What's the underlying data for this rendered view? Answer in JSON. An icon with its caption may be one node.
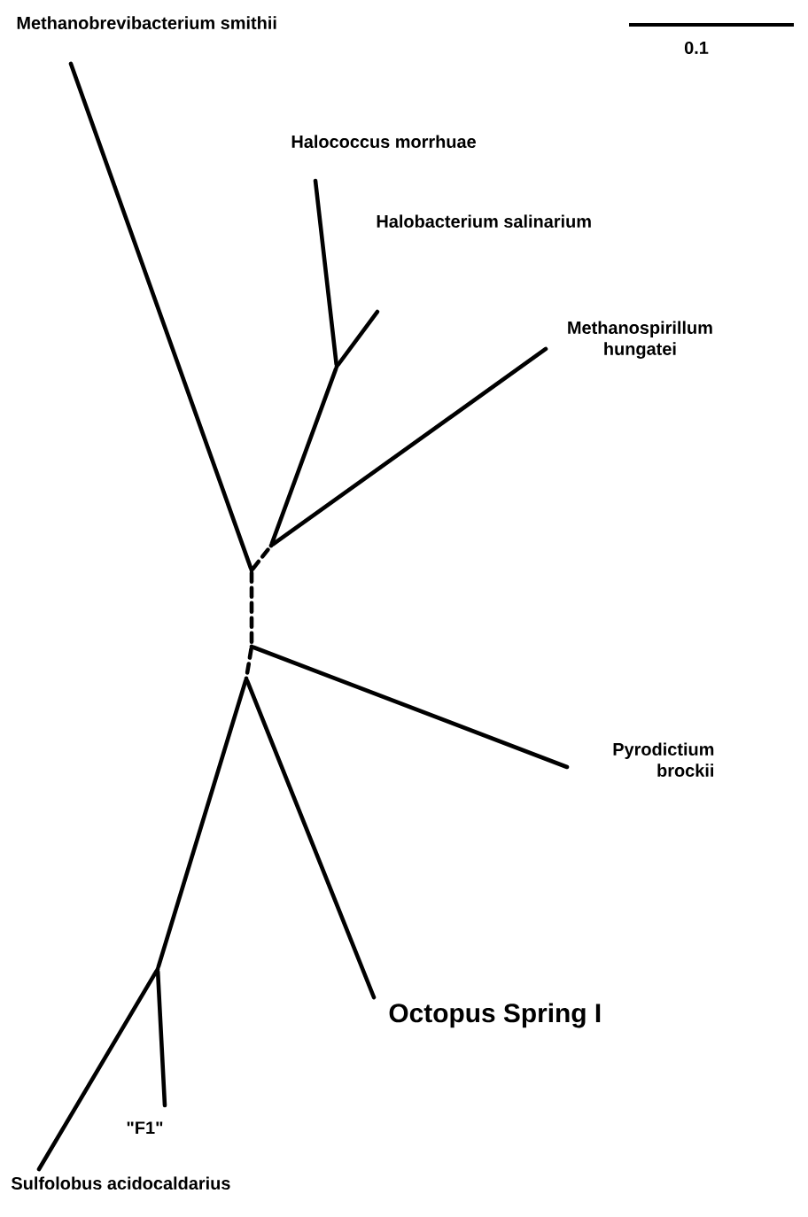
{
  "diagram": {
    "nodes": [
      {
        "text": [
          "Methanobrevibacterium smithii"
        ]
      },
      {
        "text": [
          "Halococcus morrhuae"
        ]
      },
      {
        "text": [
          "Halobacterium salinarium"
        ]
      },
      {
        "text": [
          "Methanospirillum hungatei"
        ]
      },
      {
        "text": [
          "Pyrodictium brockii"
        ]
      },
      {
        "text": [
          "Octopus Spring I"
        ]
      },
      {
        "text": [
          "\"F1\""
        ]
      },
      {
        "text": [
          "Sulfolobus acidocaldarius"
        ]
      },
      {
        "text": [],
        "shape": "point"
      },
      {
        "text": [],
        "shape": "point"
      },
      {
        "text": [],
        "shape": "point"
      },
      {
        "text": [],
        "shape": "point"
      },
      {
        "text": [],
        "shape": "point"
      },
      {
        "text": [],
        "shape": "point"
      }
    ],
    "edges": [
      {
        "from": 8,
        "to": 1,
        "arrow": "none"
      },
      {
        "from": 8,
        "to": 2,
        "arrow": "none"
      },
      {
        "from": 9,
        "to": 8,
        "arrow": "none"
      },
      {
        "from": 9,
        "to": 3,
        "arrow": "none"
      },
      {
        "from": 10,
        "to": 9,
        "arrow": "none",
        "style": "dashed"
      },
      {
        "from": 10,
        "to": 0,
        "arrow": "none"
      },
      {
        "from": 10,
        "to": 11,
        "arrow": "none",
        "style": "dashed"
      },
      {
        "from": 11,
        "to": 4,
        "arrow": "none"
      },
      {
        "from": 11,
        "to": 12,
        "arrow": "none",
        "style": "dashed"
      },
      {
        "from": 12,
        "to": 5,
        "arrow": "none"
      },
      {
        "from": 12,
        "to": 13,
        "arrow": "none"
      },
      {
        "from": 13,
        "to": 6,
        "arrow": "none"
      },
      {
        "from": 13,
        "to": 7,
        "arrow": "none"
      }
    ],
    "labels": [
      "0.1"
    ]
  }
}
